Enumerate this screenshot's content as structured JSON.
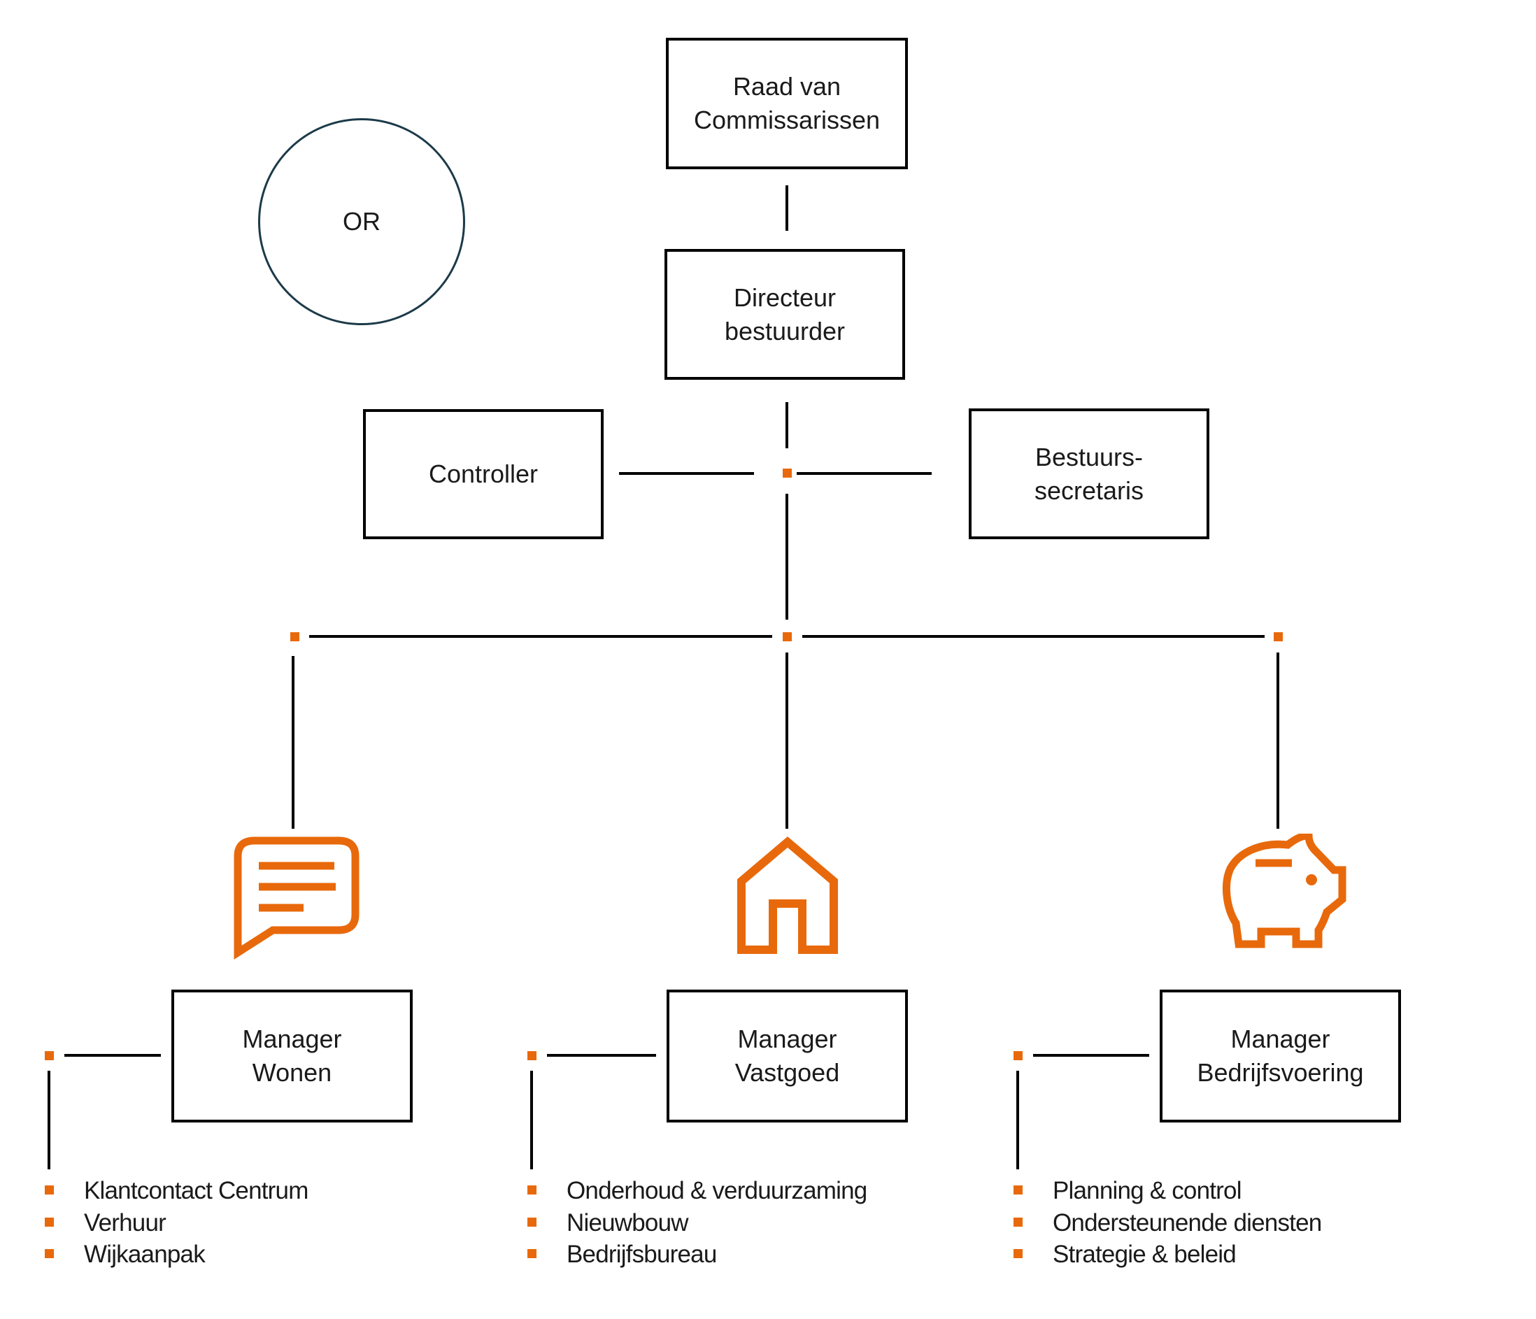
{
  "colors": {
    "accent_orange": "#E8690B",
    "line_black": "#000000",
    "circle_stroke": "#1C3A49",
    "text": "#1A1A1A"
  },
  "or_circle": {
    "label": "OR"
  },
  "boxes": {
    "raad": {
      "label": "Raad van\nCommissarissen"
    },
    "directeur": {
      "label": "Directeur\nbestuurder"
    },
    "controller": {
      "label": "Controller"
    },
    "bestuurssecretaris": {
      "label": "Bestuurs-\nsecretaris"
    },
    "manager_wonen": {
      "label": "Manager\nWonen"
    },
    "manager_vastgoed": {
      "label": "Manager\nVastgoed"
    },
    "manager_bedrijfsvoering": {
      "label": "Manager\nBedrijfsvoering"
    }
  },
  "icons": {
    "wonen": "speech-bubble-icon",
    "vastgoed": "house-icon",
    "bedrijfsvoering": "piggy-bank-icon"
  },
  "lists": {
    "wonen": {
      "items": [
        "Klantcontact Centrum",
        "Verhuur",
        "Wijkaanpak"
      ]
    },
    "vastgoed": {
      "items": [
        "Onderhoud & verduurzaming",
        "Nieuwbouw",
        "Bedrijfsbureau"
      ]
    },
    "bedrijfsvoering": {
      "items": [
        "Planning & control",
        "Ondersteunende diensten",
        "Strategie & beleid"
      ]
    }
  }
}
